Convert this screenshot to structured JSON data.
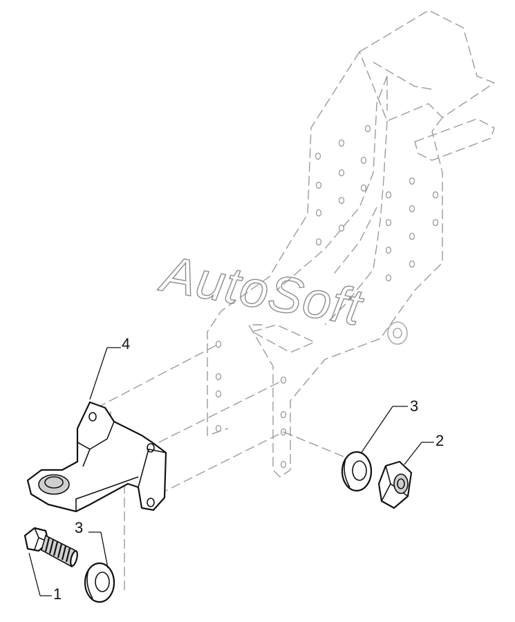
{
  "watermark": "AutoSoft",
  "callouts": {
    "bolt": "1",
    "nut": "2",
    "washer_front": "3",
    "washer_rear": "3",
    "bracket": "4"
  },
  "colors": {
    "line": "#111111",
    "phantom": "#9a9a9a",
    "watermark": "#8c8c8c"
  }
}
